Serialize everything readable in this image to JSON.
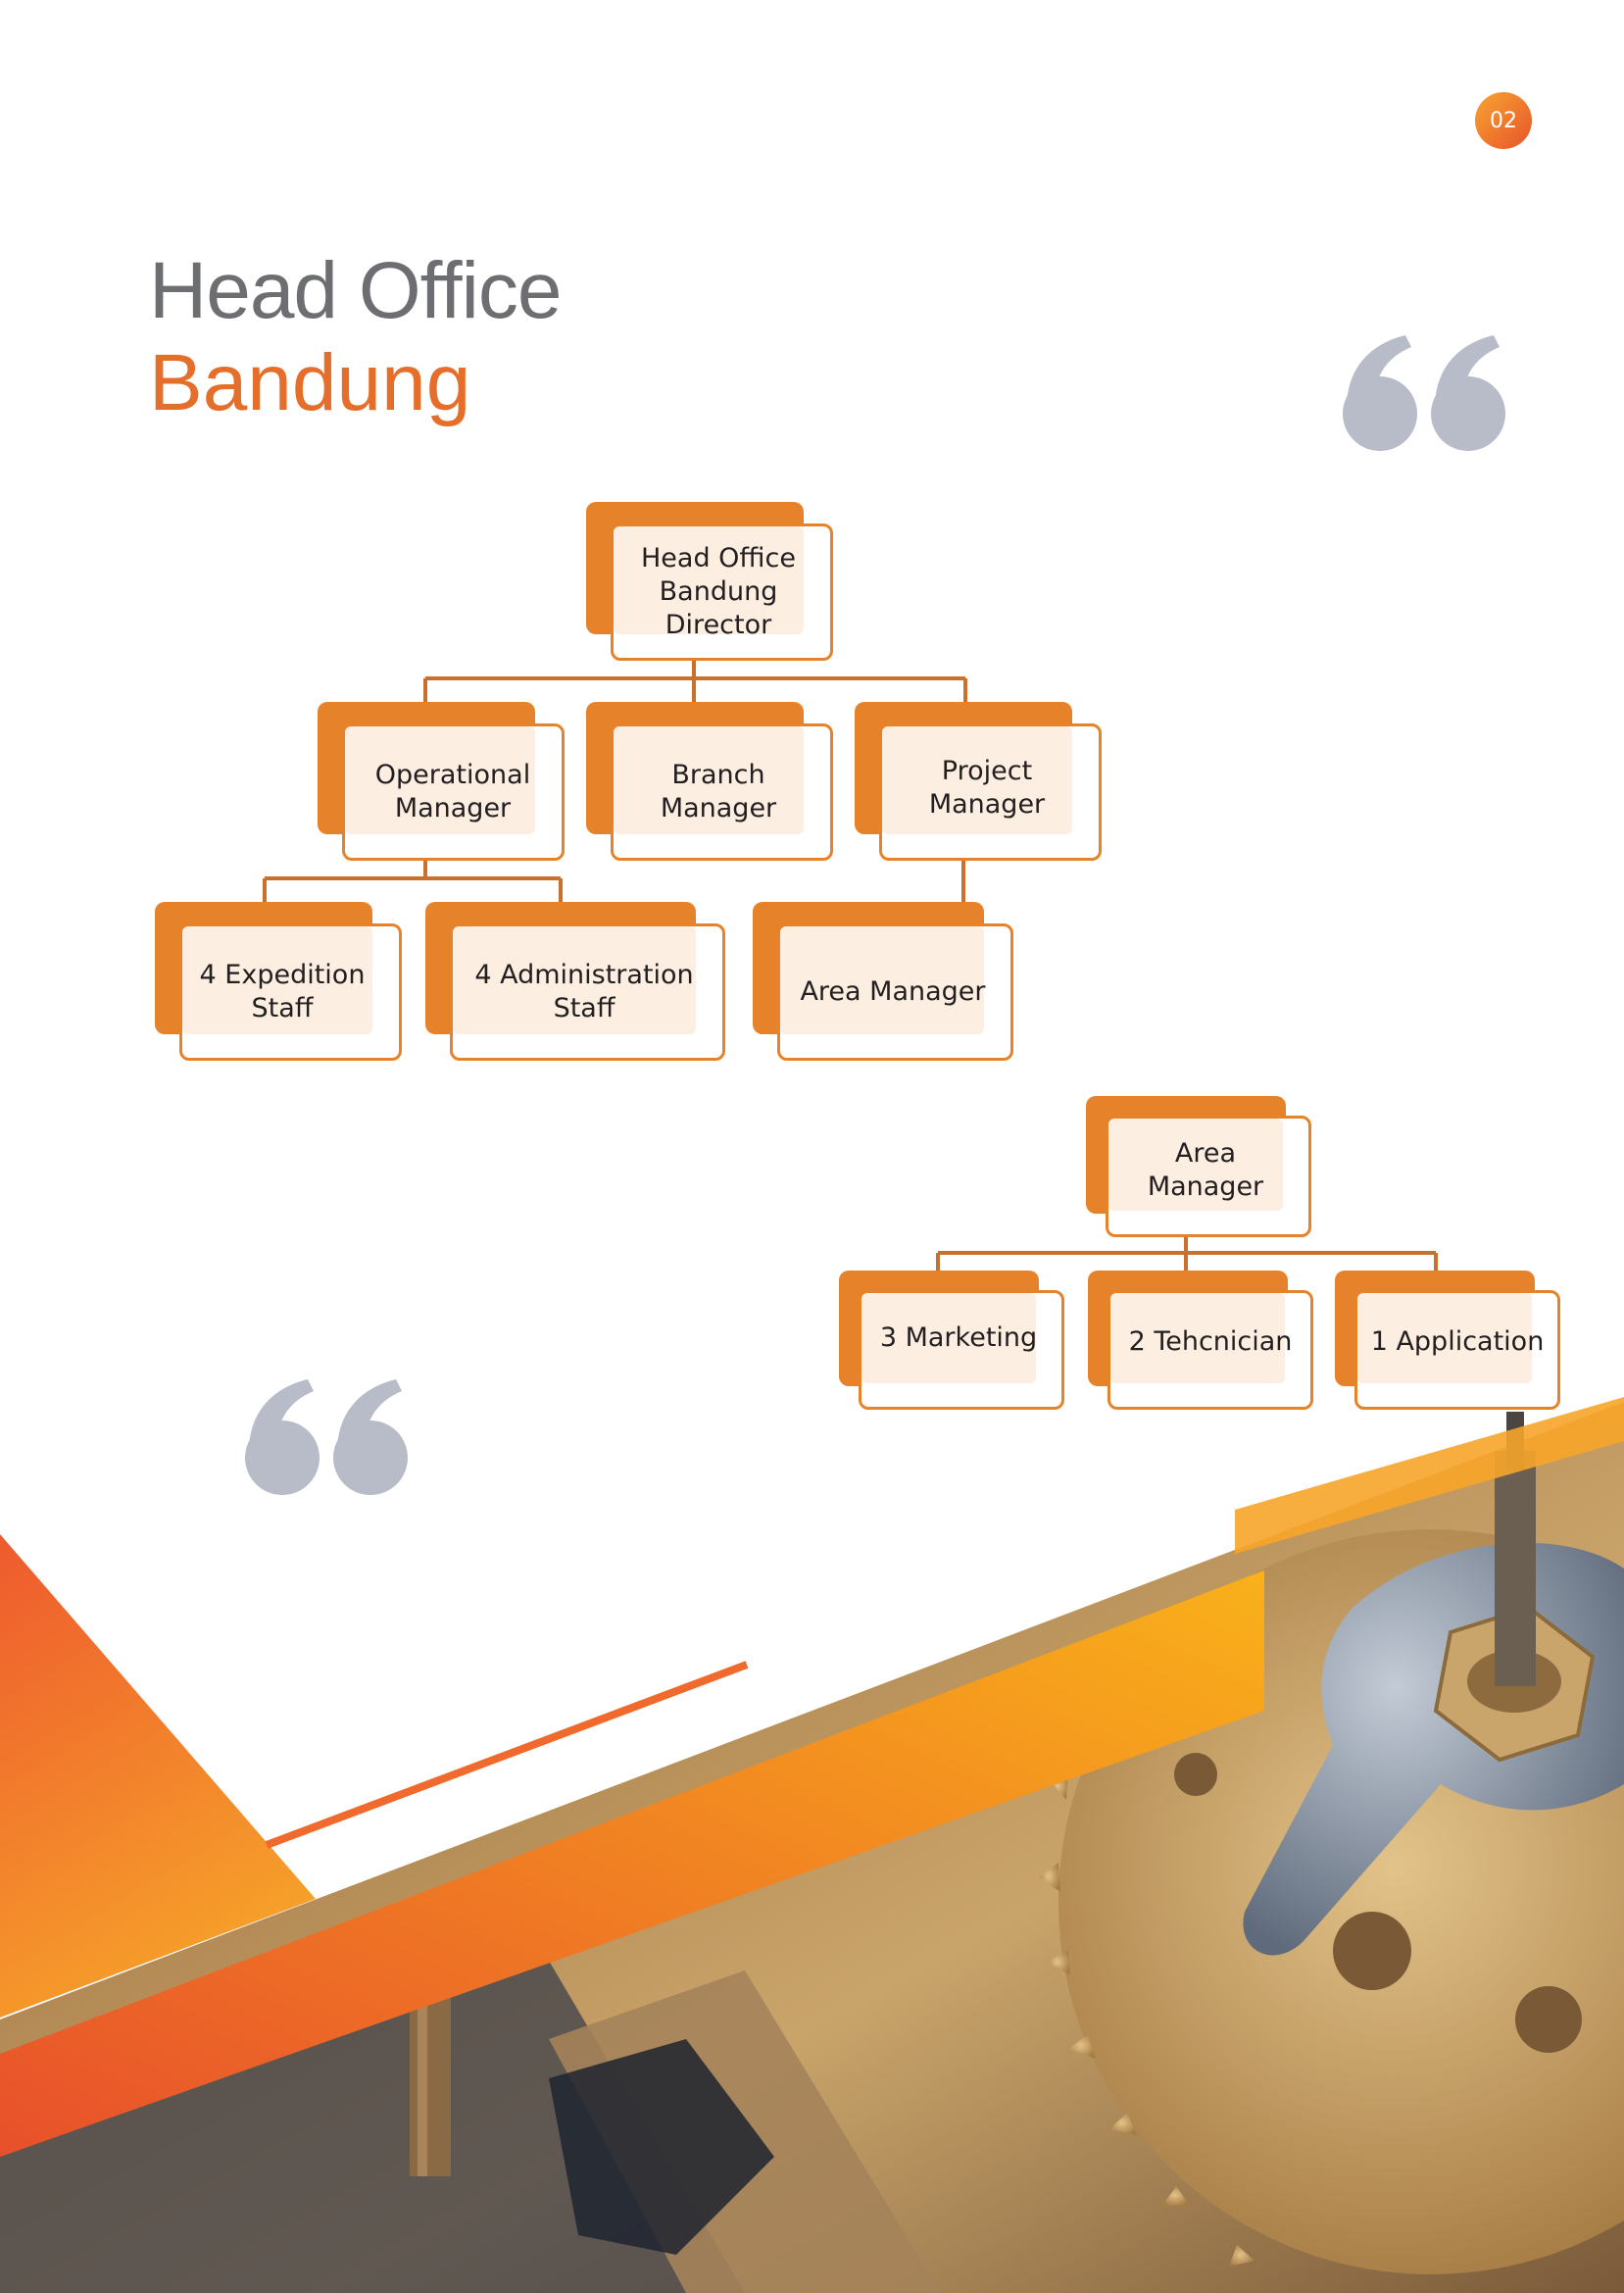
{
  "page": {
    "number": "02"
  },
  "heading": {
    "line1": "Head Office",
    "line2": "Bandung"
  },
  "colors": {
    "accent": "#e6832a",
    "title_gray": "#6d6e71",
    "title_orange": "#e56f2a",
    "quote_gray": "#b7bcc8"
  },
  "decorations": {
    "quote_icon": "left-double-quote-icon",
    "photo": "brass-gears-photo"
  },
  "org_chart": {
    "nodes": {
      "director": "Head Office\nBandung\nDirector",
      "operational_manager": "Operational\nManager",
      "branch_manager": "Branch\nManager",
      "project_manager": "Project\nManager",
      "expedition_staff": "4 Expedition\nStaff",
      "administration_staff": "4 Administration\nStaff",
      "area_manager": "Area Manager"
    },
    "edges": [
      [
        "director",
        "operational_manager"
      ],
      [
        "director",
        "branch_manager"
      ],
      [
        "director",
        "project_manager"
      ],
      [
        "operational_manager",
        "expedition_staff"
      ],
      [
        "operational_manager",
        "administration_staff"
      ],
      [
        "project_manager",
        "area_manager"
      ]
    ]
  },
  "area_chart": {
    "nodes": {
      "area_manager": "Area\nManager",
      "marketing": "3 Marketing",
      "technician": "2 Tehcnician",
      "application": "1 Application"
    },
    "edges": [
      [
        "area_manager",
        "marketing"
      ],
      [
        "area_manager",
        "technician"
      ],
      [
        "area_manager",
        "application"
      ]
    ]
  }
}
